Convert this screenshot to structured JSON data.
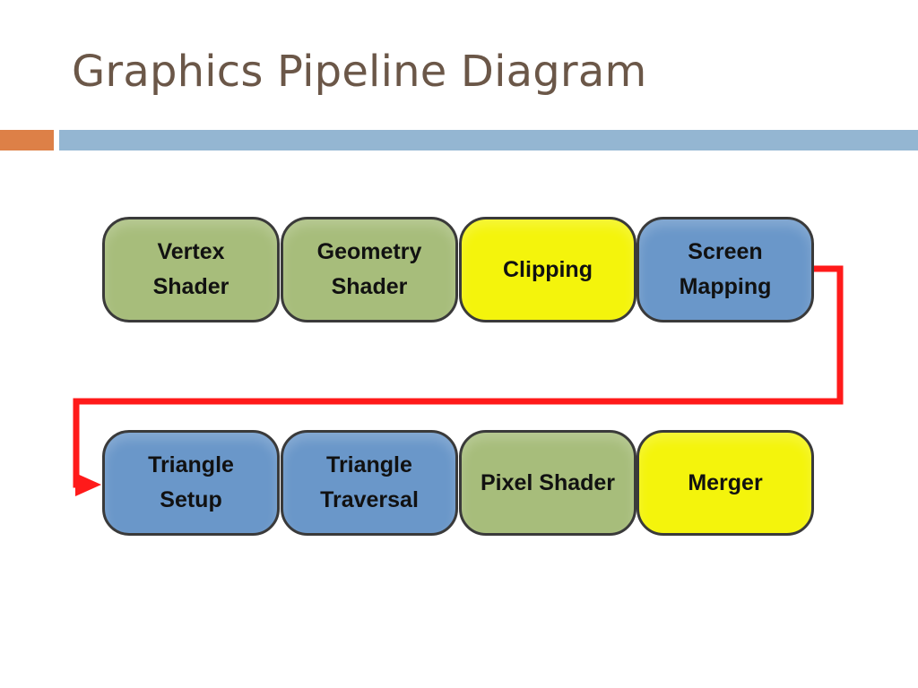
{
  "title": "Graphics Pipeline Diagram",
  "colors": {
    "title_text": "#6b5748",
    "accent_bar": "#dd8047",
    "rule_bar": "#94b6d2",
    "green_stage": "#a7bd7b",
    "yellow_stage": "#f4f40c",
    "blue_stage": "#6a97c9",
    "connector": "#ff1a1a",
    "stage_border": "#3a3a3a"
  },
  "pipeline": {
    "row1": [
      {
        "label": "Vertex\nShader",
        "color": "#a7bd7b"
      },
      {
        "label": "Geometry\nShader",
        "color": "#a7bd7b"
      },
      {
        "label": "Clipping",
        "color": "#f4f40c"
      },
      {
        "label": "Screen\nMapping",
        "color": "#6a97c9"
      }
    ],
    "row2": [
      {
        "label": "Triangle\nSetup",
        "color": "#6a97c9"
      },
      {
        "label": "Triangle\nTraversal",
        "color": "#6a97c9"
      },
      {
        "label": "Pixel Shader",
        "color": "#a7bd7b"
      },
      {
        "label": "Merger",
        "color": "#f4f40c"
      }
    ]
  }
}
